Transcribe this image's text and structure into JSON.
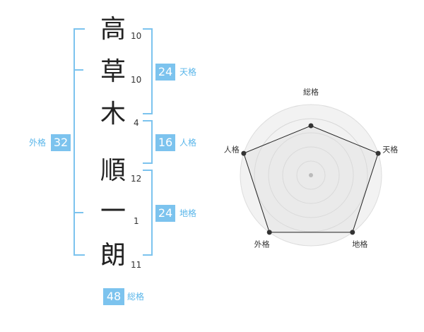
{
  "name_chars": [
    {
      "char": "高",
      "strokes": "10"
    },
    {
      "char": "草",
      "strokes": "10"
    },
    {
      "char": "木",
      "strokes": "4"
    },
    {
      "char": "順",
      "strokes": "12"
    },
    {
      "char": "一",
      "strokes": "1"
    },
    {
      "char": "朗",
      "strokes": "11"
    }
  ],
  "fortunes": {
    "tenkaku": {
      "value": "24",
      "label": "天格"
    },
    "jinkaku": {
      "value": "16",
      "label": "人格"
    },
    "chikaku": {
      "value": "24",
      "label": "地格"
    },
    "gaikaku": {
      "value": "32",
      "label": "外格"
    },
    "soukaku": {
      "value": "48",
      "label": "総格"
    }
  },
  "colors": {
    "accent": "#7cc3ee",
    "accent_text": "#5ab6ea"
  },
  "chart_data": {
    "type": "radar",
    "axes": [
      "総格",
      "天格",
      "地格",
      "外格",
      "人格"
    ],
    "values": [
      0.7,
      1.0,
      1.0,
      1.0,
      1.0
    ],
    "rings": 5
  }
}
